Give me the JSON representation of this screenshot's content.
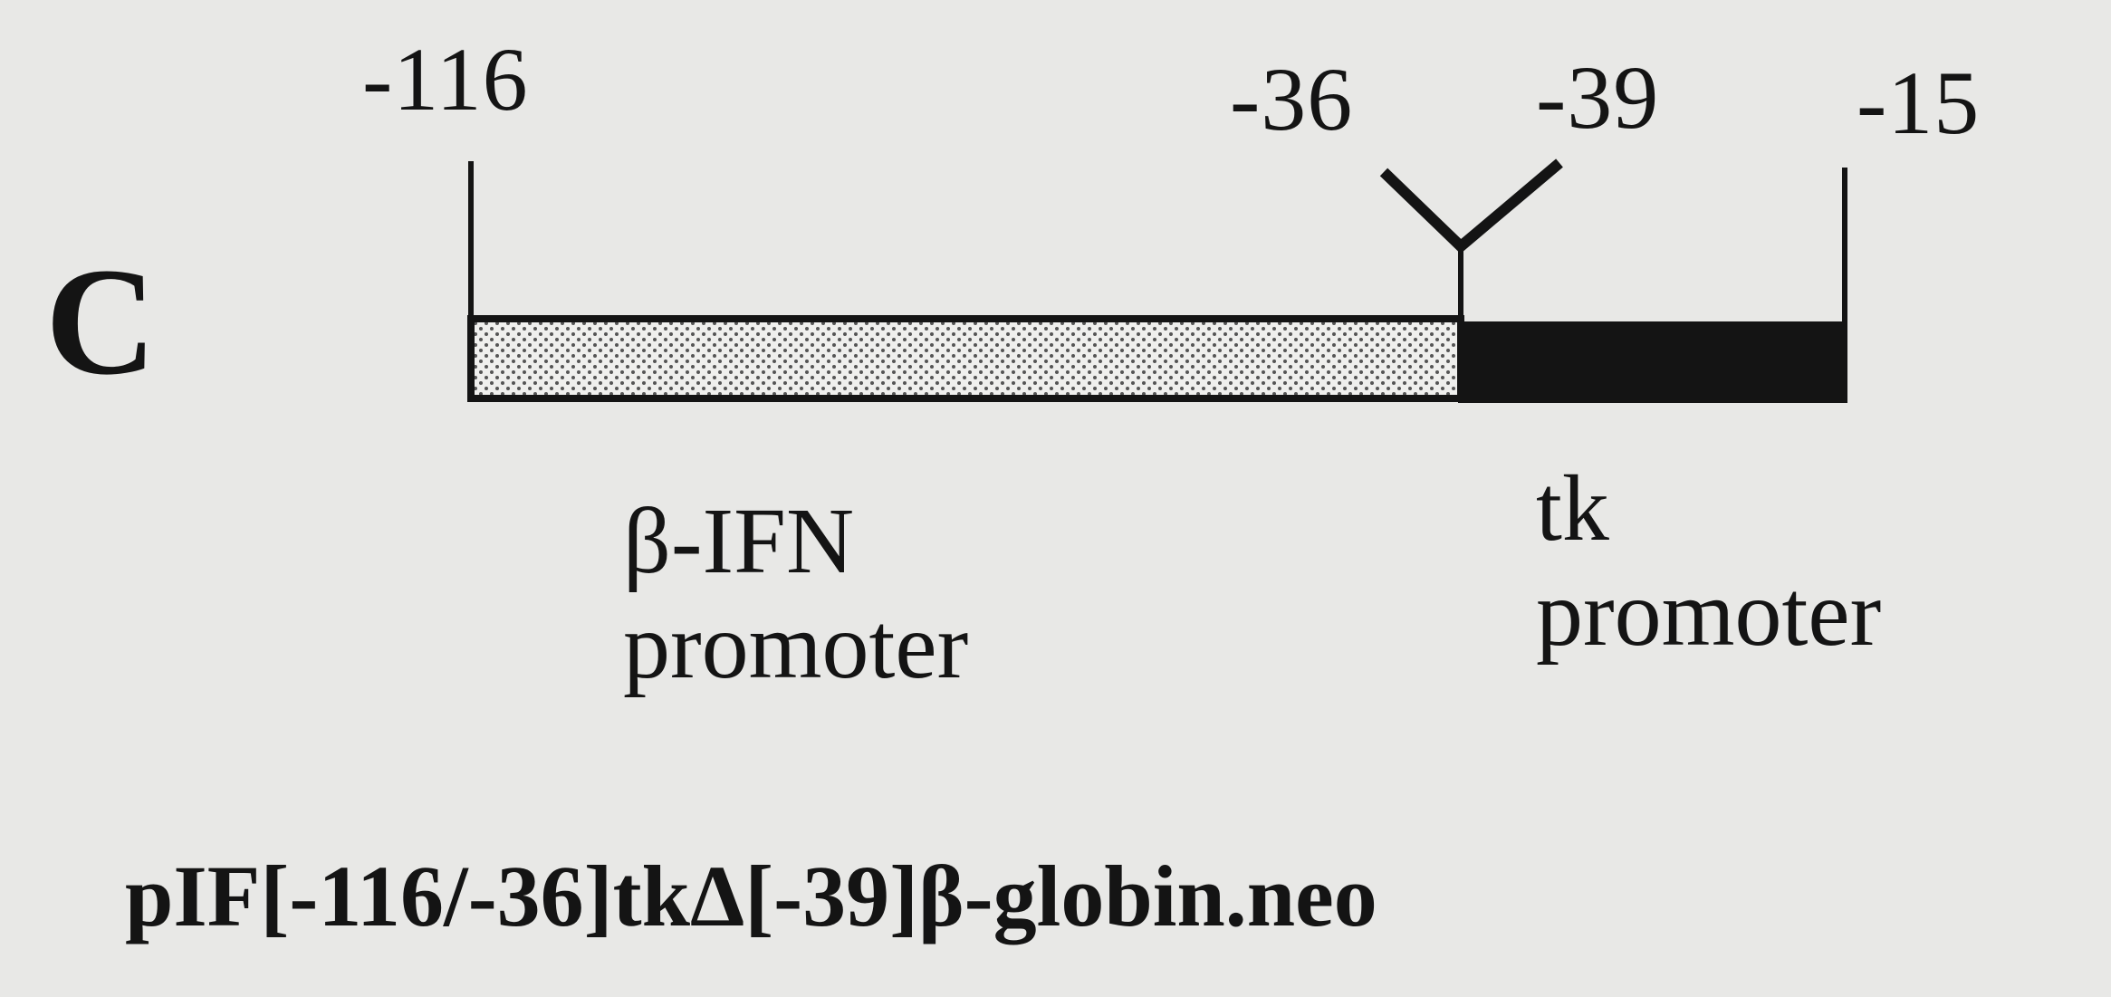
{
  "panel_label": "C",
  "positions": {
    "start": "-116",
    "junction_left": "-36",
    "junction_right": "-39",
    "end": "-15"
  },
  "segments": [
    {
      "line1": "β-IFN",
      "line2": "promoter",
      "fill": "stippled"
    },
    {
      "line1": "tk",
      "line2": "promoter",
      "fill": "solid"
    }
  ],
  "construct_name": "pIF[-116/-36]tkΔ[-39]β-globin.neo",
  "colors": {
    "background": "#e8e8e6",
    "ink": "#141414",
    "stipple": "#efefed"
  }
}
